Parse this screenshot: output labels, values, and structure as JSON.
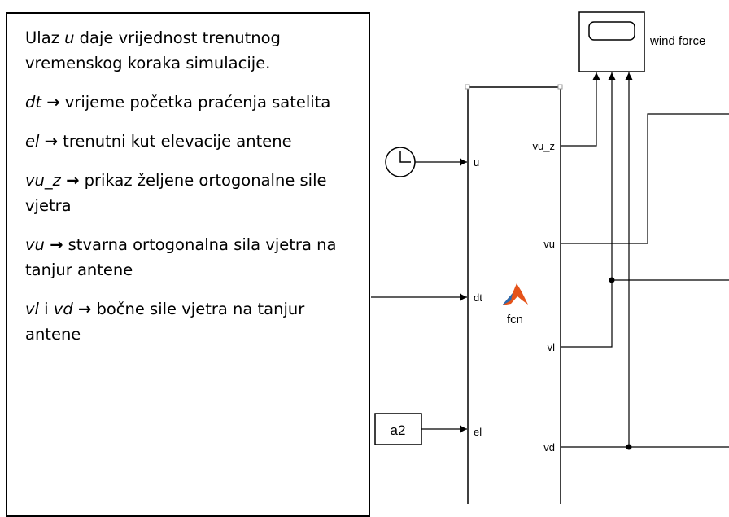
{
  "note": {
    "p1": {
      "a": "Ulaz ",
      "var": "u",
      "b": " daje vrijednost trenutnog vremenskog koraka simulacije."
    },
    "p2": {
      "var": "dt",
      "arrow": "→",
      "text": " vrijeme početka praćenja satelita"
    },
    "p3": {
      "var": "el",
      "arrow": "→",
      "text": " trenutni kut elevacije antene"
    },
    "p4": {
      "var": "vu_z",
      "arrow": "→",
      "text": " prikaz željene ortogonalne sile vjetra"
    },
    "p5": {
      "var": "vu",
      "arrow": "→",
      "text": " stvarna ortogonalna sila vjetra na tanjur antene"
    },
    "p6": {
      "var1": "vl",
      "mid": " i ",
      "var2": "vd",
      "arrow": "→",
      "text": " bočne sile vjetra na tanjur antene"
    }
  },
  "diagram": {
    "scope_label": "wind force",
    "constant_value": "a2",
    "fcn_label": "fcn",
    "inputs": [
      "u",
      "dt",
      "el"
    ],
    "outputs": [
      "vu_z",
      "vu",
      "vl",
      "vd"
    ]
  },
  "colors": {
    "line": "#000000",
    "matlab_logo": "#e5531a"
  }
}
